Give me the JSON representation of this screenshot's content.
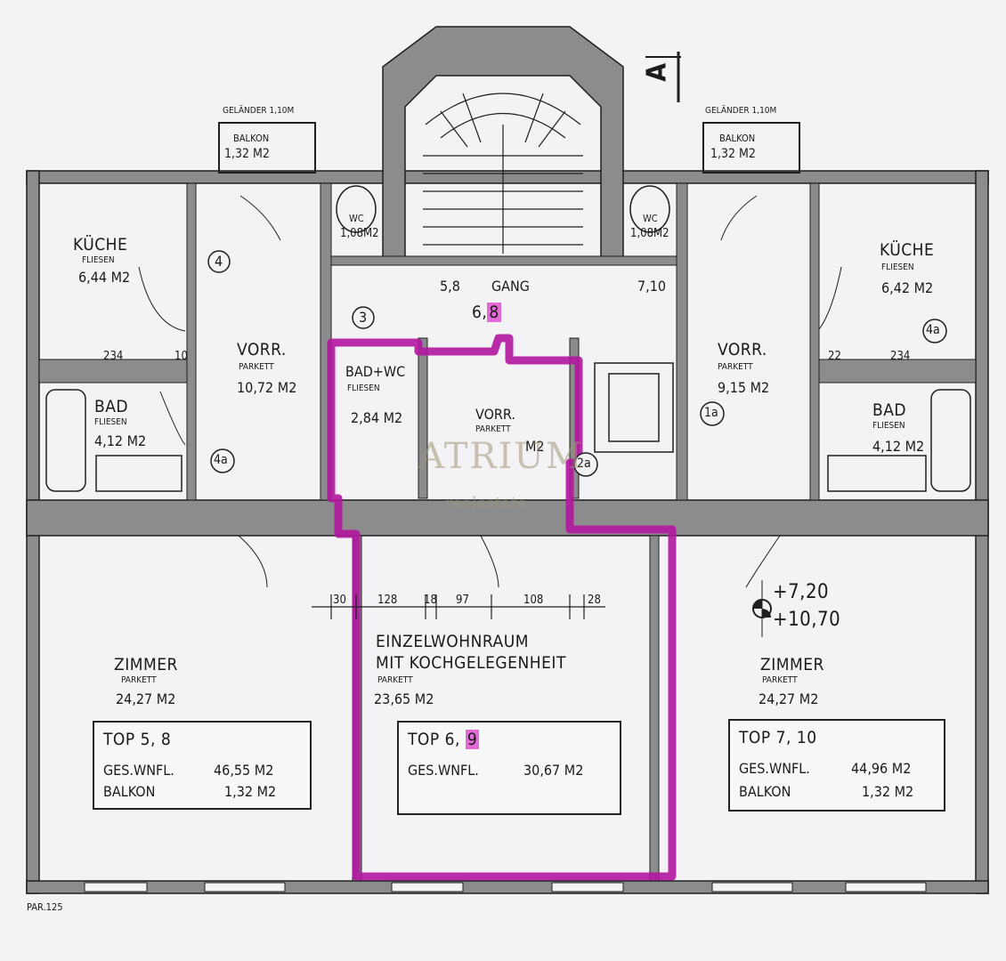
{
  "elevation": {
    "label": "A"
  },
  "railings": {
    "left": "GELÄNDER 1,10M",
    "right": "GELÄNDER 1,10M"
  },
  "balconies": {
    "left": {
      "name": "BALKON",
      "area": "1,32 M2"
    },
    "right": {
      "name": "BALKON",
      "area": "1,32 M2"
    }
  },
  "rooms": {
    "kitchen_left": {
      "name": "KÜCHE",
      "floor": "FLIESEN",
      "area": "6,44 M2"
    },
    "kitchen_right": {
      "name": "KÜCHE",
      "floor": "FLIESEN",
      "area": "6,42 M2"
    },
    "wc_left": {
      "name": "WC",
      "area": "1,08M2"
    },
    "wc_right": {
      "name": "WC",
      "area": "1,08M2"
    },
    "vorr_left": {
      "name": "VORR.",
      "floor": "PARKETT",
      "area": "10,72 M2"
    },
    "vorr_right": {
      "name": "VORR.",
      "floor": "PARKETT",
      "area": "9,15 M2"
    },
    "bad_left": {
      "name": "BAD",
      "floor": "FLIESEN",
      "area": "4,12 M2"
    },
    "bad_right": {
      "name": "BAD",
      "floor": "FLIESEN",
      "area": "4,12 M2"
    },
    "badwc_mid": {
      "name": "BAD+WC",
      "floor": "FLIESEN",
      "area": "2,84 M2"
    },
    "vorr_mid": {
      "name": "VORR.",
      "floor": "PARKETT",
      "area": "M2"
    },
    "gang": {
      "name": "GANG",
      "num_a": "5,8",
      "num_b": "6,",
      "num_b_hl": "8",
      "num_c": "7,10"
    },
    "zimmer_left": {
      "name": "ZIMMER",
      "floor": "PARKETT",
      "area": "24,27 M2"
    },
    "zimmer_right": {
      "name": "ZIMMER",
      "floor": "PARKETT",
      "area": "24,27 M2"
    },
    "einzel": {
      "line1": "EINZELWOHNRAUM",
      "line2": "MIT KOCHGELEGENHEIT",
      "floor": "PARKETT",
      "area": "23,65 M2"
    }
  },
  "markers": [
    "4",
    "3",
    "4a",
    "1a",
    "2a",
    "4a"
  ],
  "dims": {
    "kitchen_left_w": "234",
    "kitchen_left_w2": "10",
    "kitchen_right_w": "234",
    "kitchen_right_w2": "22",
    "mid_row": [
      "30",
      "128",
      "18",
      "97",
      "108",
      "28"
    ]
  },
  "levels": {
    "a": "+7,20",
    "b": "+10,70"
  },
  "units": {
    "left": {
      "title": "TOP 5, 8",
      "l1": "GES.WNFL.",
      "v1": "46,55 M2",
      "l2": "BALKON",
      "v2": "1,32 M2"
    },
    "mid": {
      "title": "TOP 6, ",
      "title_hl": "9",
      "l1": "GES.WNFL.",
      "v1": "30,67 M2"
    },
    "right": {
      "title": "TOP 7, 10",
      "l1": "GES.WNFL.",
      "v1": "44,96 M2",
      "l2": "BALKON",
      "v2": "1,32 M2"
    }
  },
  "watermark": {
    "brand": "ATRIUM",
    "sub": "realestate"
  },
  "footer": {
    "parapet": "PAR.125"
  },
  "colors": {
    "wall": "#8a8a8a",
    "line": "#1f1f1f",
    "highlight": "#b2169e",
    "paper": "#f3f3f5"
  }
}
